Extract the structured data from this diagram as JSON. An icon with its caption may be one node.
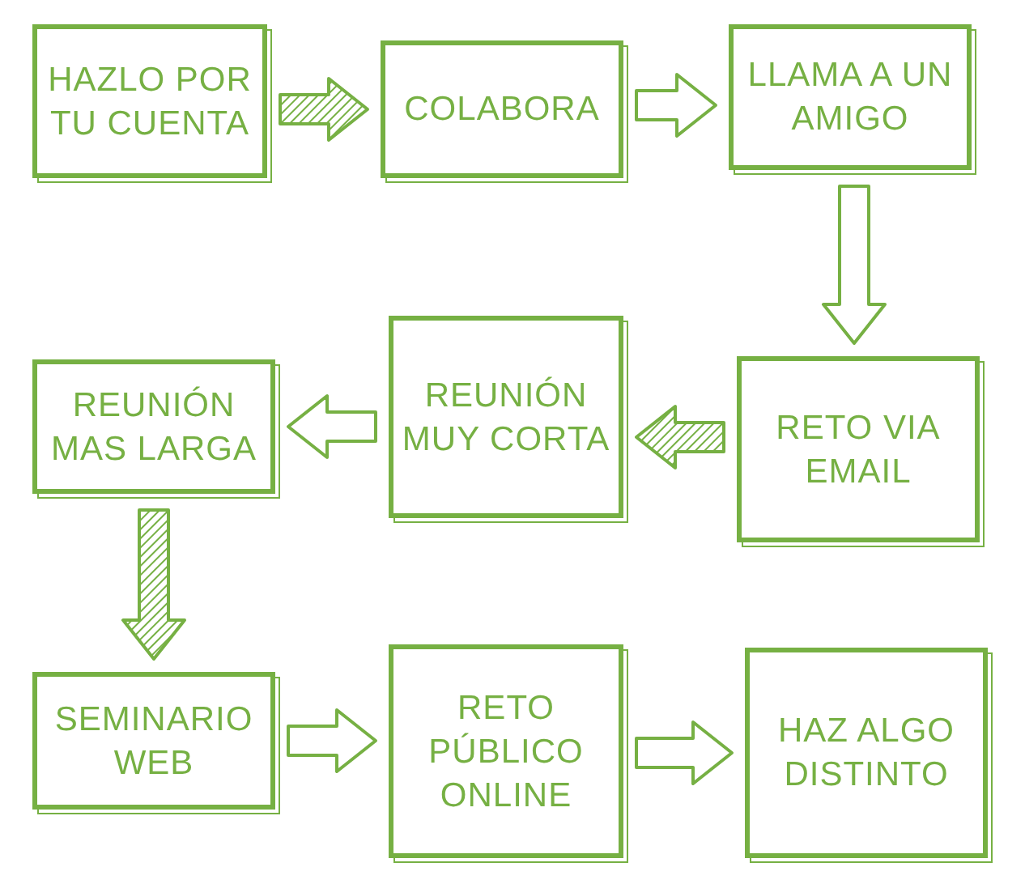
{
  "diagram": {
    "nodes": [
      {
        "text": [
          "HAZLO POR TU CUENTA"
        ]
      },
      {
        "text": [
          "COLABORA"
        ]
      },
      {
        "text": [
          "LLAMA A UN AMIGO"
        ]
      },
      {
        "text": [
          "RETO VIA EMAIL"
        ]
      },
      {
        "text": [
          "REUNIÓN MUY CORTA"
        ]
      },
      {
        "text": [
          "REUNIÓN MAS LARGA"
        ]
      },
      {
        "text": [
          "SEMINARIO WEB"
        ]
      },
      {
        "text": [
          "RETO PÚBLICO ONLINE"
        ]
      },
      {
        "text": [
          "HAZ ALGO DISTINTO"
        ]
      }
    ],
    "edges": [
      {
        "from": 0,
        "to": 1,
        "arrow": "to",
        "style": "thick"
      },
      {
        "from": 1,
        "to": 2,
        "arrow": "to"
      },
      {
        "from": 2,
        "to": 3,
        "arrow": "to"
      },
      {
        "from": 3,
        "to": 4,
        "arrow": "to",
        "style": "thick"
      },
      {
        "from": 4,
        "to": 5,
        "arrow": "to"
      },
      {
        "from": 5,
        "to": 6,
        "arrow": "to",
        "style": "thick"
      },
      {
        "from": 6,
        "to": 7,
        "arrow": "to"
      },
      {
        "from": 7,
        "to": 8,
        "arrow": "to"
      }
    ]
  }
}
